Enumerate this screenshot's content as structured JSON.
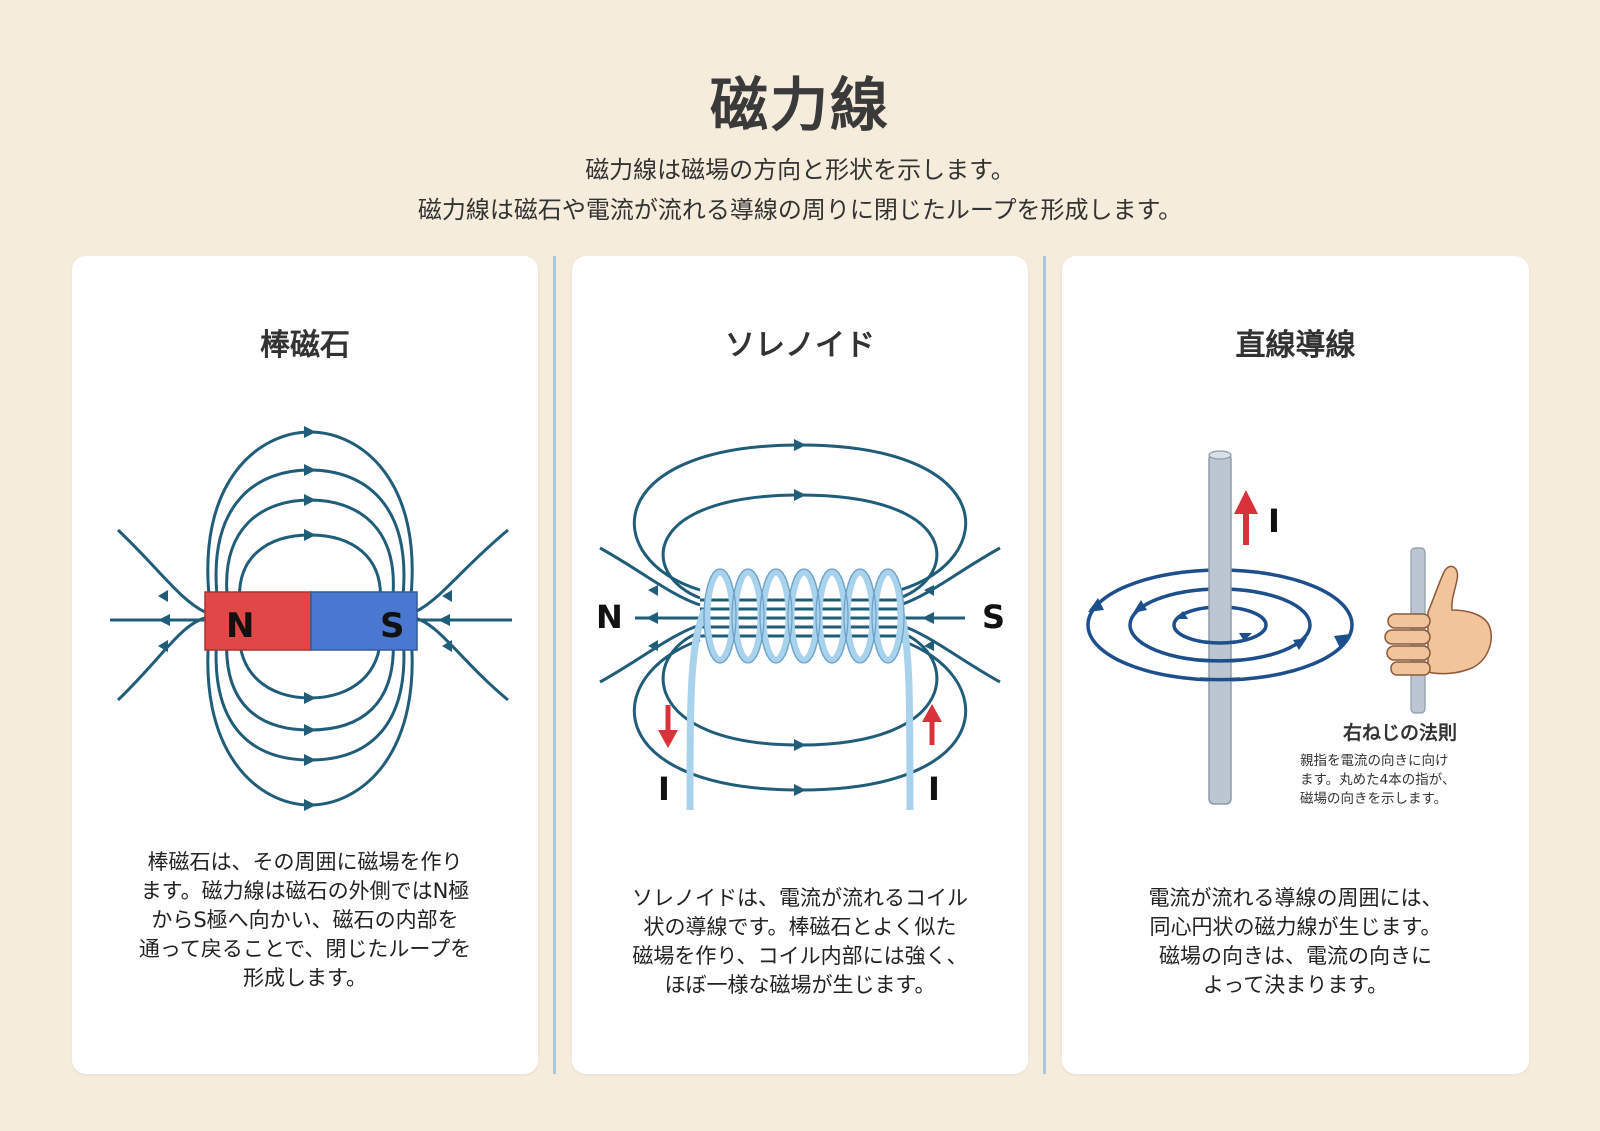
{
  "header": {
    "title": "磁力線",
    "subtitle_line1": "磁力線は磁場の方向と形状を示します。",
    "subtitle_line2": "磁力線は磁石や電流が流れる導線の周りに閉じたループを形成します。"
  },
  "panels": [
    {
      "title": "棒磁石",
      "pole_n": "N",
      "pole_s": "S",
      "text": "棒磁石は、その周囲に磁場を作り\nます。磁力線は磁石の外側ではN極\nからS極へ向かい、磁石の内部を\n通って戻ることで、閉じたループを\n形成します。"
    },
    {
      "title": "ソレノイド",
      "pole_n": "N",
      "pole_s": "S",
      "current_left": "I",
      "current_right": "I",
      "text": "ソレノイドは、電流が流れるコイル\n状の導線です。棒磁石とよく似た\n磁場を作り、コイル内部には強く、\nほぼ一様な磁場が生じます。"
    },
    {
      "title": "直線導線",
      "current": "I",
      "rule_title": "右ねじの法則",
      "rule_text": "親指を電流の向きに向け\nます。丸めた4本の指が、\n磁場の向きを示します。",
      "text": "電流が流れる導線の周囲には、\n同心円状の磁力線が生じます。\n磁場の向きは、電流の向きに\nよって決まります。"
    }
  ],
  "colors": {
    "background": "#f6ecdc",
    "field_line": "#1f5d78",
    "north": "#e04848",
    "south": "#4a78d0",
    "coil": "#a9d2ec",
    "current_arrow": "#d9323a",
    "wire": "#bcc6d2",
    "circle": "#1d4f8c",
    "divider": "#a9c8de"
  }
}
